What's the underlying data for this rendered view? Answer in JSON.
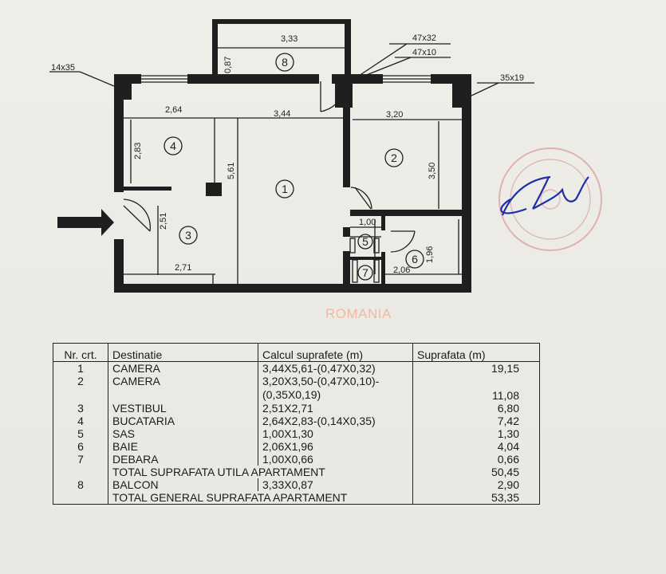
{
  "plan": {
    "dims": {
      "wall_14x35": "14x35",
      "wall_47x32": "47x32",
      "wall_47x10": "47x10",
      "wall_35x19": "35x19",
      "balcony_w": "3,33",
      "balcony_h": "0,87",
      "r4_w": "2,64",
      "r1_w": "3,44",
      "r2_w": "3,20",
      "r4_h": "2,83",
      "r1_h": "5,61",
      "r2_h": "3,50",
      "r3_h": "2,51",
      "r3_w": "2,71",
      "r5_w": "1,00",
      "r6_h": "1,96",
      "r6_w": "2,06"
    },
    "rooms": [
      "1",
      "2",
      "3",
      "4",
      "5",
      "6",
      "7",
      "8"
    ]
  },
  "watermark": "ROMANIA",
  "table": {
    "headers": [
      "Nr. crt.",
      "Destinatie",
      "Calcul suprafete (m)",
      "Suprafata (m)"
    ],
    "rows": [
      {
        "nr": "1",
        "dest": "CAMERA",
        "calc": "3,44X5,61-(0,47X0,32)",
        "supr": "19,15"
      },
      {
        "nr": "2",
        "dest": "CAMERA",
        "calc": "3,20X3,50-(0,47X0,10)-(0,35X0,19)",
        "supr": "11,08"
      },
      {
        "nr": "3",
        "dest": "VESTIBUL",
        "calc": "2,51X2,71",
        "supr": "6,80"
      },
      {
        "nr": "4",
        "dest": "BUCATARIA",
        "calc": "2,64X2,83-(0,14X0,35)",
        "supr": "7,42"
      },
      {
        "nr": "5",
        "dest": "SAS",
        "calc": "1,00X1,30",
        "supr": "1,30"
      },
      {
        "nr": "6",
        "dest": "BAIE",
        "calc": "2,06X1,96",
        "supr": "4,04"
      },
      {
        "nr": "7",
        "dest": "DEBARA",
        "calc": "1,00X0,66",
        "supr": "0,66"
      },
      {
        "nr": "",
        "dest": "TOTAL SUPRAFATA UTILA APARTAMENT",
        "calc": "",
        "supr": "50,45"
      },
      {
        "nr": "8",
        "dest": "BALCON",
        "calc": "3,33X0,87",
        "supr": "2,90"
      },
      {
        "nr": "",
        "dest": "TOTAL GENERAL SUPRAFATA APARTAMENT",
        "calc": "",
        "supr": "53,35"
      }
    ]
  },
  "colors": {
    "ink": "#1f1f1f",
    "stamp": "#d9a4a8",
    "signature": "#1f2fa8",
    "watermark": "#f1b9a2",
    "paper": "#ecebe6"
  }
}
